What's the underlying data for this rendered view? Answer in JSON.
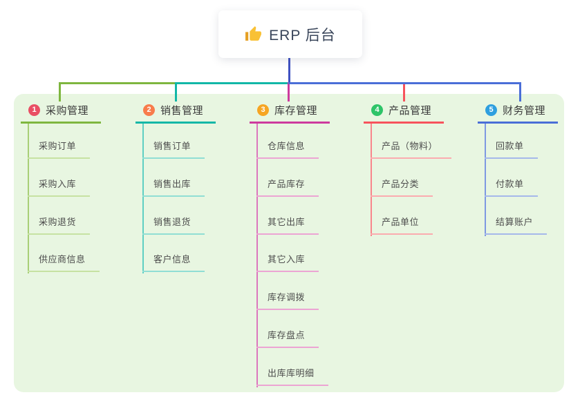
{
  "root": {
    "label": "ERP 后台",
    "icon": "thumbs-up-icon"
  },
  "branches": [
    {
      "index": "1",
      "label": "采购管理",
      "badge_color": "#e94f64",
      "line_color": "#7eb63f",
      "trunk_color": "#a8cf76",
      "child_line_color": "#c6e2a2",
      "children": [
        "采购订单",
        "采购入库",
        "采购退货",
        "供应商信息"
      ]
    },
    {
      "index": "2",
      "label": "销售管理",
      "badge_color": "#f87c4b",
      "line_color": "#12b7a7",
      "trunk_color": "#5ecfc2",
      "child_line_color": "#90ded4",
      "children": [
        "销售订单",
        "销售出库",
        "销售退货",
        "客户信息"
      ]
    },
    {
      "index": "3",
      "label": "库存管理",
      "badge_color": "#f6a523",
      "line_color": "#cd3a9e",
      "trunk_color": "#dc76bd",
      "child_line_color": "#eca4d3",
      "children": [
        "仓库信息",
        "产品库存",
        "其它出库",
        "其它入库",
        "库存调拨",
        "库存盘点",
        "出库库明细"
      ]
    },
    {
      "index": "4",
      "label": "产品管理",
      "badge_color": "#2ec468",
      "line_color": "#f7535c",
      "trunk_color": "#f9868c",
      "child_line_color": "#fbabaf",
      "children": [
        "产品（物料）",
        "产品分类",
        "产品单位"
      ]
    },
    {
      "index": "5",
      "label": "财务管理",
      "badge_color": "#2e9fdf",
      "line_color": "#4a6ed7",
      "trunk_color": "#7e99e2",
      "child_line_color": "#a5b8ea",
      "children": [
        "回款单",
        "付款单",
        "结算账户"
      ]
    }
  ],
  "colors": {
    "panel_bg": "#e8f6e1",
    "root_line": "#3f51c1",
    "root_text": "#39455a",
    "thumb_gold": "#f9c135",
    "thumb_sleeve": "#e5a024"
  }
}
